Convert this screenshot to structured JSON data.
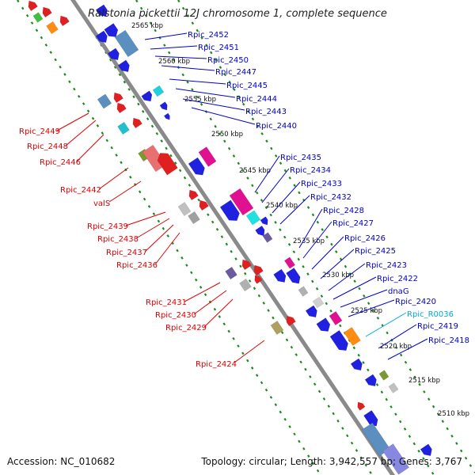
{
  "title": "Ralstonia pickettii 12J chromosome 1, complete sequence",
  "accession": "Accession: NC_010682",
  "topology": "Topology: circular; Length: 3,942,557 bp; Genes: 3,767",
  "kbp_ticks": [
    "2565 kbp",
    "2560 kbp",
    "2555 kbp",
    "2550 kbp",
    "2545 kbp",
    "2540 kbp",
    "2535 kbp",
    "2530 kbp",
    "2525 kbp",
    "2520 kbp",
    "2515 kbp",
    "2510 kbp"
  ],
  "right_genes": [
    "Rpic_2452",
    "Rpic_2451",
    "Rpic_2450",
    "Rpic_2447",
    "Rpic_2445",
    "Rpic_2444",
    "Rpic_2443",
    "Rpic_2440",
    "Rpic_2435",
    "Rpic_2434",
    "Rpic_2433",
    "Rpic_2432",
    "Rpic_2428",
    "Rpic_2427",
    "Rpic_2426",
    "Rpic_2425",
    "Rpic_2423",
    "Rpic_2422",
    "dnaG",
    "Rpic_2420",
    "Rpic_R0036",
    "Rpic_2419",
    "Rpic_2418"
  ],
  "left_genes": [
    "Rpic_2449",
    "Rpic_2448",
    "Rpic_2446",
    "Rpic_2442",
    "valS",
    "Rpic_2439",
    "Rpic_2438",
    "Rpic_2437",
    "Rpic_2436",
    "Rpic_2431",
    "Rpic_2430",
    "Rpic_2429",
    "Rpic_2424"
  ],
  "colors": {
    "forward_label": "#0000cc",
    "reverse_label": "#dd0000",
    "rna_label": "#00aadd",
    "backbone": "#8a8a8a",
    "dots": "#1a8a1a"
  }
}
